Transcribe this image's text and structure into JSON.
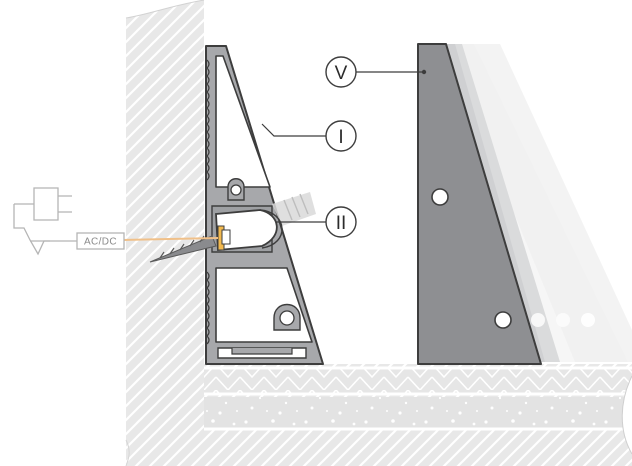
{
  "callouts": {
    "v": "V",
    "i": "I",
    "ii": "II"
  },
  "power_label": "AC/DC",
  "colors": {
    "wall_fill": "#e7e7e7",
    "hatch": "#ffffff",
    "profile": "#a7a8ab",
    "profile_stroke": "#3d3d3d",
    "end_cap": "#8c8d90",
    "light_beam": "#f4c88f",
    "callout_stroke": "#3d3d3d"
  },
  "icons": [
    "plug-icon",
    "screw-icon",
    "led-strip-icon",
    "diffuser-icon"
  ]
}
